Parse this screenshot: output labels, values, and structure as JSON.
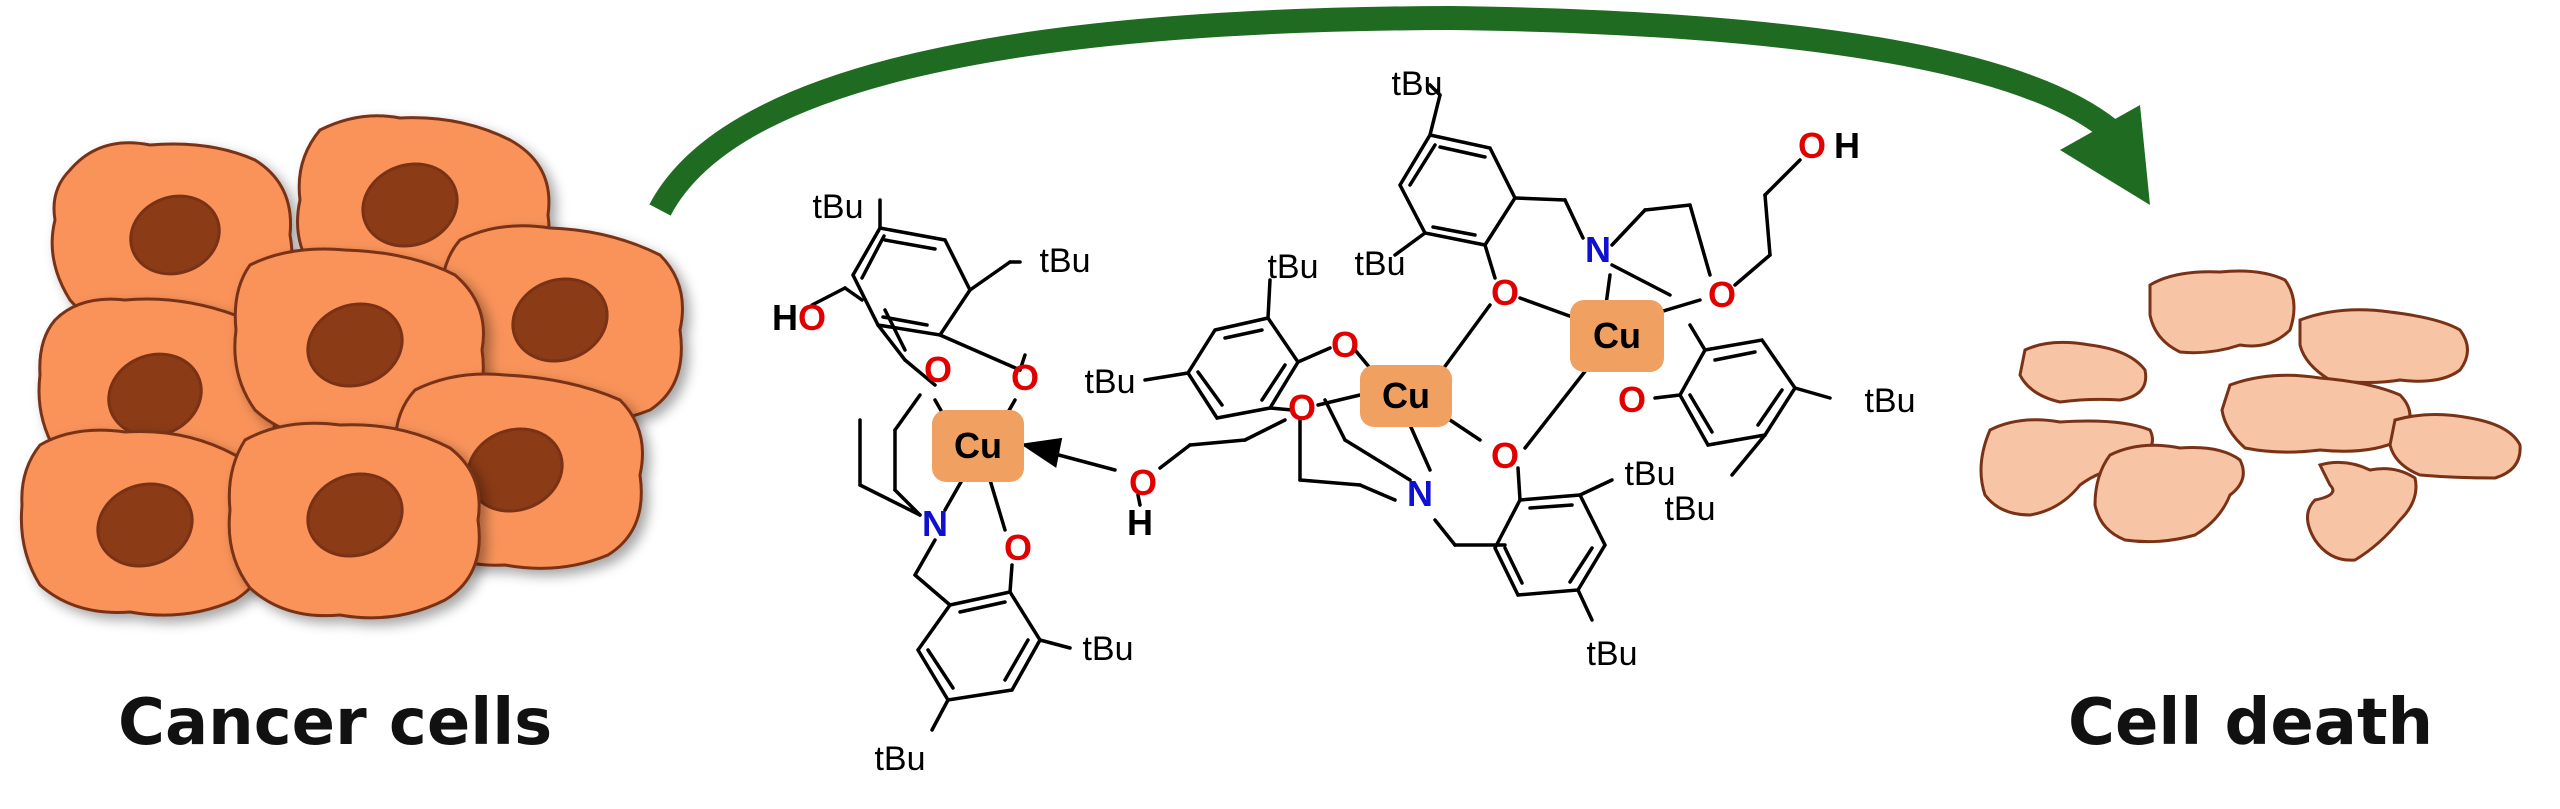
{
  "captions": {
    "left": "Cancer cells",
    "right": "Cell death"
  },
  "labels": {
    "tBu": "tBu",
    "O": "O",
    "N": "N",
    "Cu": "Cu",
    "H": "H",
    "OH_O": "O",
    "OH_H": "H",
    "HO_H": "H",
    "HO_O": "O"
  },
  "colors": {
    "cell_fill": "#f9935a",
    "cell_outline": "#7a3216",
    "nucleus": "#8b3a13",
    "dead_cell_fill": "#f7c4a6",
    "arrow": "#1f6b22",
    "oxygen": "#e00000",
    "nitrogen": "#1010d0",
    "copper_box": "#f0a060",
    "bond": "#000000"
  },
  "icons": {
    "left": "cancer-cell-cluster-icon",
    "right": "dead-cell-fragments-icon",
    "arrow": "curved-arrow-icon"
  }
}
